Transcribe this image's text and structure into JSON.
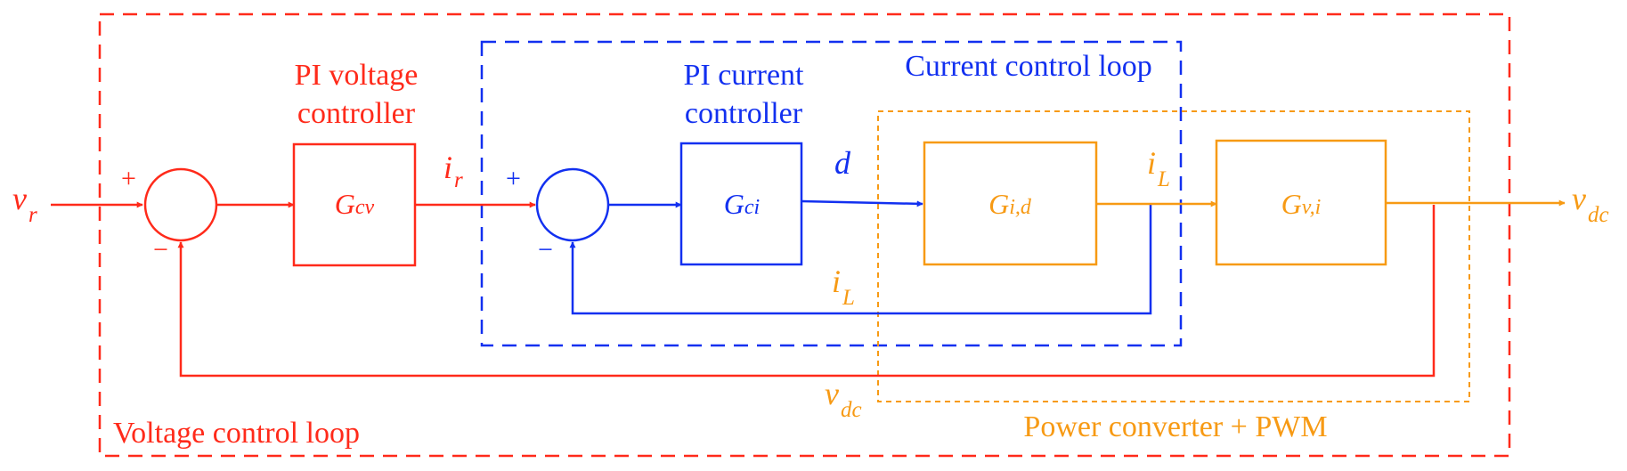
{
  "colors": {
    "voltage": "#ff2a1a",
    "current": "#1230f0",
    "converter": "#f79a14"
  },
  "inputs": {
    "vr_main": "v",
    "vr_sub": "r"
  },
  "voltage_loop": {
    "title": "Voltage control loop",
    "controller_line1": "PI voltage",
    "controller_line2": "controller",
    "block_main": "G",
    "block_sub": "cv",
    "ir_main": "i",
    "ir_sub": "r",
    "plus": "+",
    "minus": "−"
  },
  "current_loop": {
    "title": "Current control loop",
    "controller_line1": "PI current",
    "controller_line2": "controller",
    "block_main": "G",
    "block_sub": "ci",
    "d_label": "d",
    "plus": "+",
    "minus": "−"
  },
  "converter": {
    "title": "Power converter + PWM",
    "block1_main": "G",
    "block1_sub": "i,d",
    "block2_main": "G",
    "block2_sub": "v,i",
    "iL_main": "i",
    "iL_sub": "L",
    "iL_fb_main": "i",
    "iL_fb_sub": "L",
    "vdc_out_main": "v",
    "vdc_out_sub": "dc",
    "vdc_fb_main": "v",
    "vdc_fb_sub": "dc"
  }
}
